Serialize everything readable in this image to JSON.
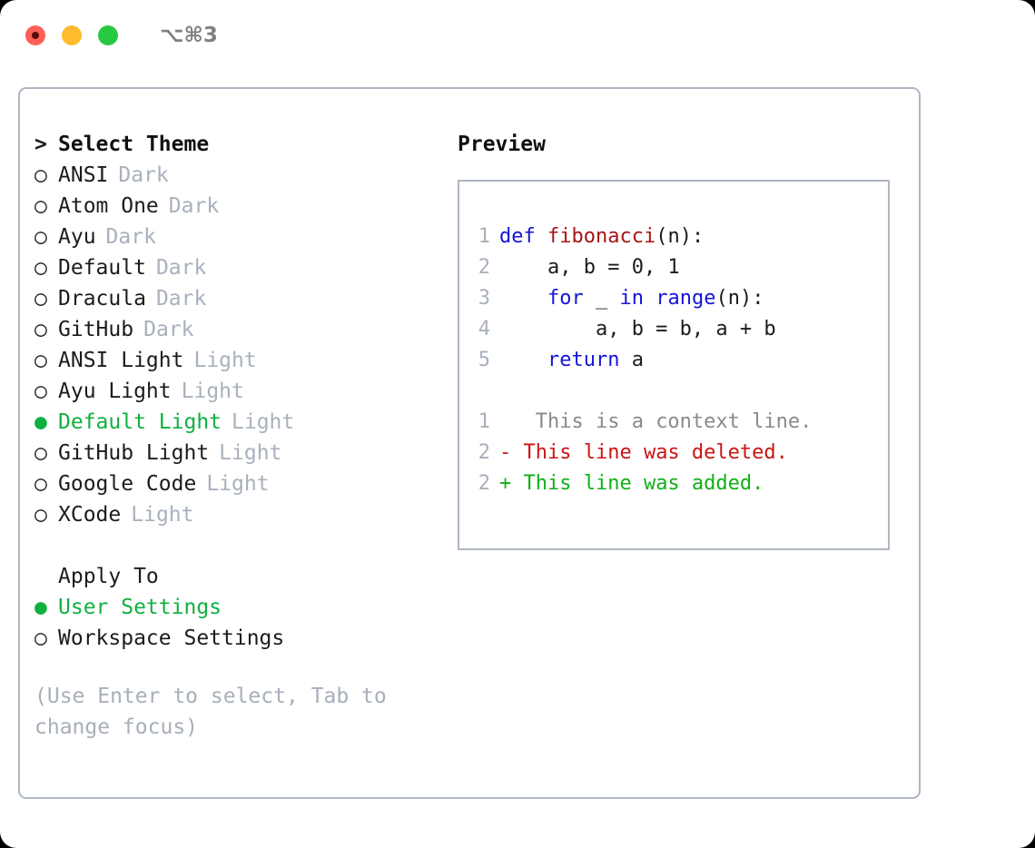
{
  "titlebar": {
    "shortcut": "⌥⌘3",
    "lights": [
      {
        "name": "close",
        "color": "#ff5f56"
      },
      {
        "name": "minimize",
        "color": "#febc2e"
      },
      {
        "name": "maximize",
        "color": "#28c840"
      }
    ]
  },
  "theme_picker": {
    "header_marker": ">",
    "header_label": "Select Theme",
    "radio_unselected": "○",
    "radio_selected": "●",
    "items": [
      {
        "label": "ANSI",
        "badge": "Dark",
        "selected": false
      },
      {
        "label": "Atom One",
        "badge": "Dark",
        "selected": false
      },
      {
        "label": "Ayu",
        "badge": "Dark",
        "selected": false
      },
      {
        "label": "Default",
        "badge": "Dark",
        "selected": false
      },
      {
        "label": "Dracula",
        "badge": "Dark",
        "selected": false
      },
      {
        "label": "GitHub",
        "badge": "Dark",
        "selected": false
      },
      {
        "label": "ANSI Light",
        "badge": "Light",
        "selected": false
      },
      {
        "label": "Ayu Light",
        "badge": "Light",
        "selected": false
      },
      {
        "label": "Default Light",
        "badge": "Light",
        "selected": true
      },
      {
        "label": "GitHub Light",
        "badge": "Light",
        "selected": false
      },
      {
        "label": "Google Code",
        "badge": "Light",
        "selected": false
      },
      {
        "label": "XCode",
        "badge": "Light",
        "selected": false
      }
    ]
  },
  "apply_to": {
    "title": "Apply To",
    "options": [
      {
        "label": "User Settings",
        "selected": true
      },
      {
        "label": "Workspace Settings",
        "selected": false
      }
    ]
  },
  "hint": "(Use Enter to select, Tab to change focus)",
  "preview": {
    "title": "Preview",
    "code_lines": [
      {
        "no": "1",
        "tokens": [
          {
            "t": "def ",
            "c": "kw"
          },
          {
            "t": "fibonacci",
            "c": "fn"
          },
          {
            "t": "(n):",
            "c": "plain"
          }
        ]
      },
      {
        "no": "2",
        "tokens": [
          {
            "t": "    a, b = 0, 1",
            "c": "plain"
          }
        ]
      },
      {
        "no": "3",
        "tokens": [
          {
            "t": "    ",
            "c": "plain"
          },
          {
            "t": "for",
            "c": "kw"
          },
          {
            "t": " _ ",
            "c": "plain"
          },
          {
            "t": "in",
            "c": "kw"
          },
          {
            "t": " ",
            "c": "plain"
          },
          {
            "t": "range",
            "c": "kw"
          },
          {
            "t": "(n):",
            "c": "plain"
          }
        ]
      },
      {
        "no": "4",
        "tokens": [
          {
            "t": "        a, b = b, a + b",
            "c": "plain"
          }
        ]
      },
      {
        "no": "5",
        "tokens": [
          {
            "t": "    ",
            "c": "plain"
          },
          {
            "t": "return",
            "c": "kw"
          },
          {
            "t": " a",
            "c": "plain"
          }
        ]
      }
    ],
    "diff_lines": [
      {
        "no": "1",
        "marker": " ",
        "text": "  This is a context line.",
        "kind": "ctx"
      },
      {
        "no": "2",
        "marker": "-",
        "text": " This line was deleted.",
        "kind": "del"
      },
      {
        "no": "2",
        "marker": "+",
        "text": " This line was added.",
        "kind": "add"
      }
    ]
  },
  "colors": {
    "accent_green": "#10b040",
    "muted": "#a8b1bd",
    "keyword_blue": "#1414d8",
    "function_red": "#a71515",
    "diff_deleted": "#cc1414",
    "diff_added": "#11b017",
    "border": "#aeb6c2"
  }
}
